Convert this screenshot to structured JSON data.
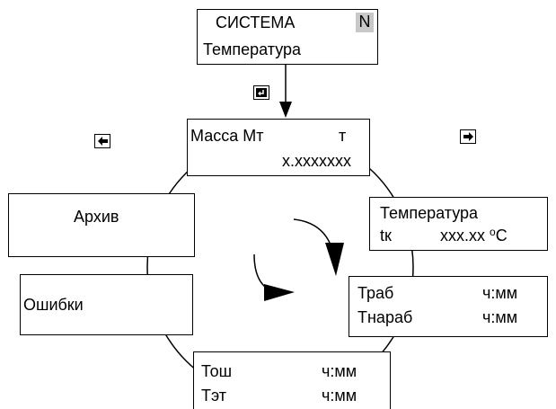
{
  "top_box": {
    "line1": "СИСТЕМА",
    "badge": "N",
    "line2": "Температура"
  },
  "mass_box": {
    "line1": "Масса Мт",
    "unit": "т",
    "value": "x.xxxxxxx"
  },
  "temp_box": {
    "line1": "Температура",
    "label": "tк",
    "value": "xxx.xx",
    "unit_sup": "o",
    "unit": "C"
  },
  "hours_box": {
    "r1_label": "Траб",
    "r1_value": "ч:мм",
    "r2_label": "Тнараб",
    "r2_value": "ч:мм"
  },
  "err_time_box": {
    "r1_label": "Тош",
    "r1_value": "ч:мм",
    "r2_label": "Тэт",
    "r2_value": "ч:мм"
  },
  "archive_box": {
    "label": "Архив"
  },
  "errors_box": {
    "label": "Ошибки"
  },
  "keys": {
    "enter": "enter-key-icon",
    "left": "left-arrow-key-icon",
    "right": "right-arrow-key-icon"
  }
}
